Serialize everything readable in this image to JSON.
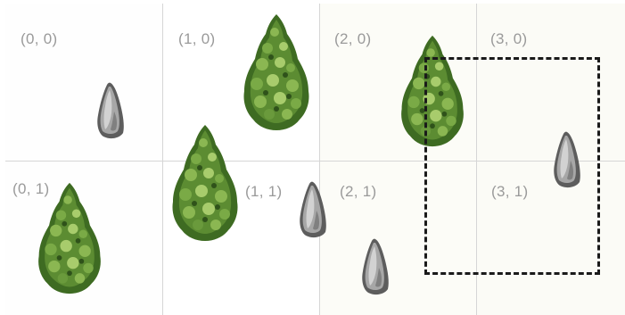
{
  "grid": {
    "cells": [
      {
        "label": "(0, 0)"
      },
      {
        "label": "(1, 0)"
      },
      {
        "label": "(2, 0)"
      },
      {
        "label": "(3, 0)"
      },
      {
        "label": "(0, 1)"
      },
      {
        "label": "(1, 1)"
      },
      {
        "label": "(2, 1)"
      },
      {
        "label": "(3, 1)"
      }
    ]
  },
  "sprites": {
    "tree_icon": "pine-tree-icon",
    "rock_icon": "rock-icon"
  },
  "colors": {
    "grid_line": "#d6d6d6",
    "label": "#9a9a9a",
    "foliage_dark": "#3e6b22",
    "foliage_mid": "#6a9a3c",
    "foliage_light": "#a8cc6c",
    "rock": "#8a8a8a",
    "selection_border": "#1a1a1a"
  }
}
